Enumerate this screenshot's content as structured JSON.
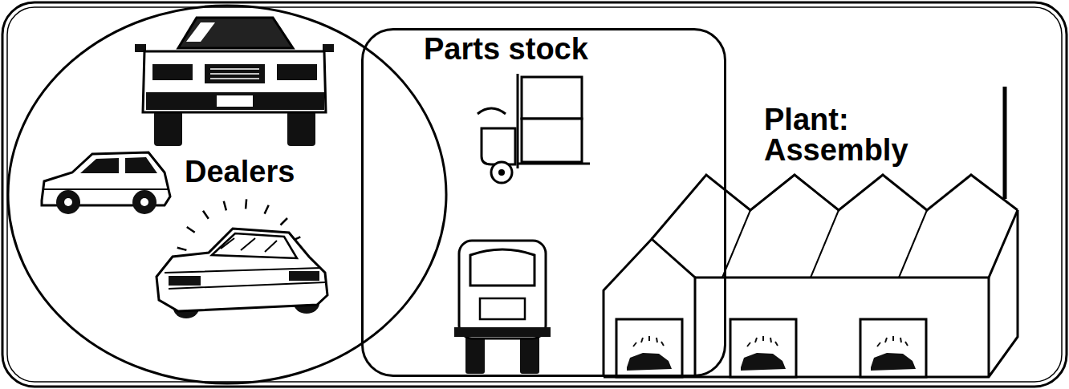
{
  "diagram": {
    "nodes": [
      {
        "text": [
          "Dealers"
        ]
      },
      {
        "text": [
          "Parts stock"
        ]
      },
      {
        "text": [
          "Plant: Assembly"
        ]
      }
    ]
  }
}
